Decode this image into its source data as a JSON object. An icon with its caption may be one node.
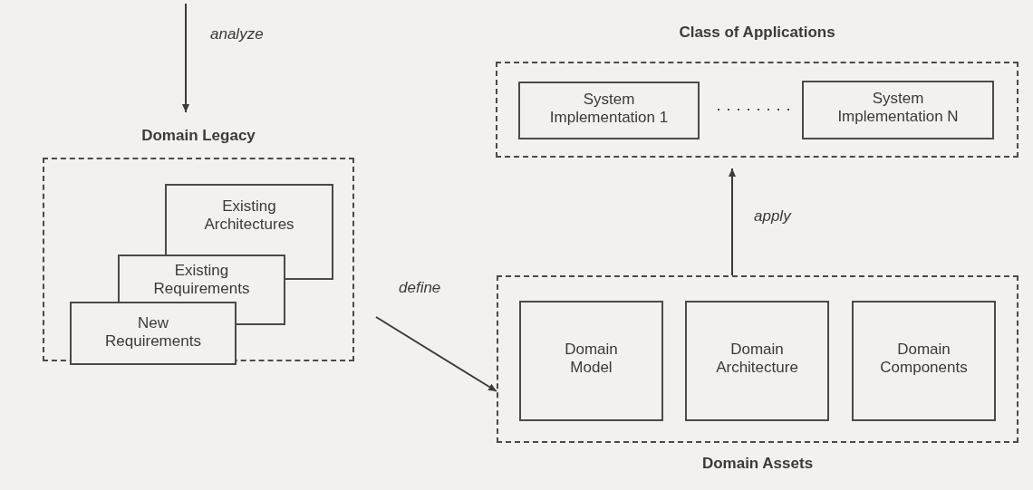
{
  "diagram": {
    "nodes": [
      {
        "text": [
          "Domain Legacy"
        ]
      },
      {
        "text": [
          "Existing Architectures"
        ],
        "in": 0
      },
      {
        "text": [
          "Existing Requirements"
        ],
        "in": 0
      },
      {
        "text": [
          "New Requirements"
        ],
        "in": 0
      },
      {
        "text": [
          "Class of Applications"
        ]
      },
      {
        "text": [
          "System Implementation 1"
        ],
        "in": 4
      },
      {
        "text": [
          "System Implementation N"
        ],
        "in": 4
      },
      {
        "text": [
          "Domain Assets"
        ]
      },
      {
        "text": [
          "Domain Model"
        ],
        "in": 7
      },
      {
        "text": [
          "Domain Architecture"
        ],
        "in": 7
      },
      {
        "text": [
          "Domain Components"
        ],
        "in": 7
      }
    ],
    "edges": [
      {
        "from": null,
        "to": 0,
        "arrow": "to",
        "label": "analyze"
      },
      {
        "from": 0,
        "to": 7,
        "arrow": "to",
        "label": "define"
      },
      {
        "from": 7,
        "to": 4,
        "arrow": "to",
        "label": "apply"
      }
    ]
  }
}
